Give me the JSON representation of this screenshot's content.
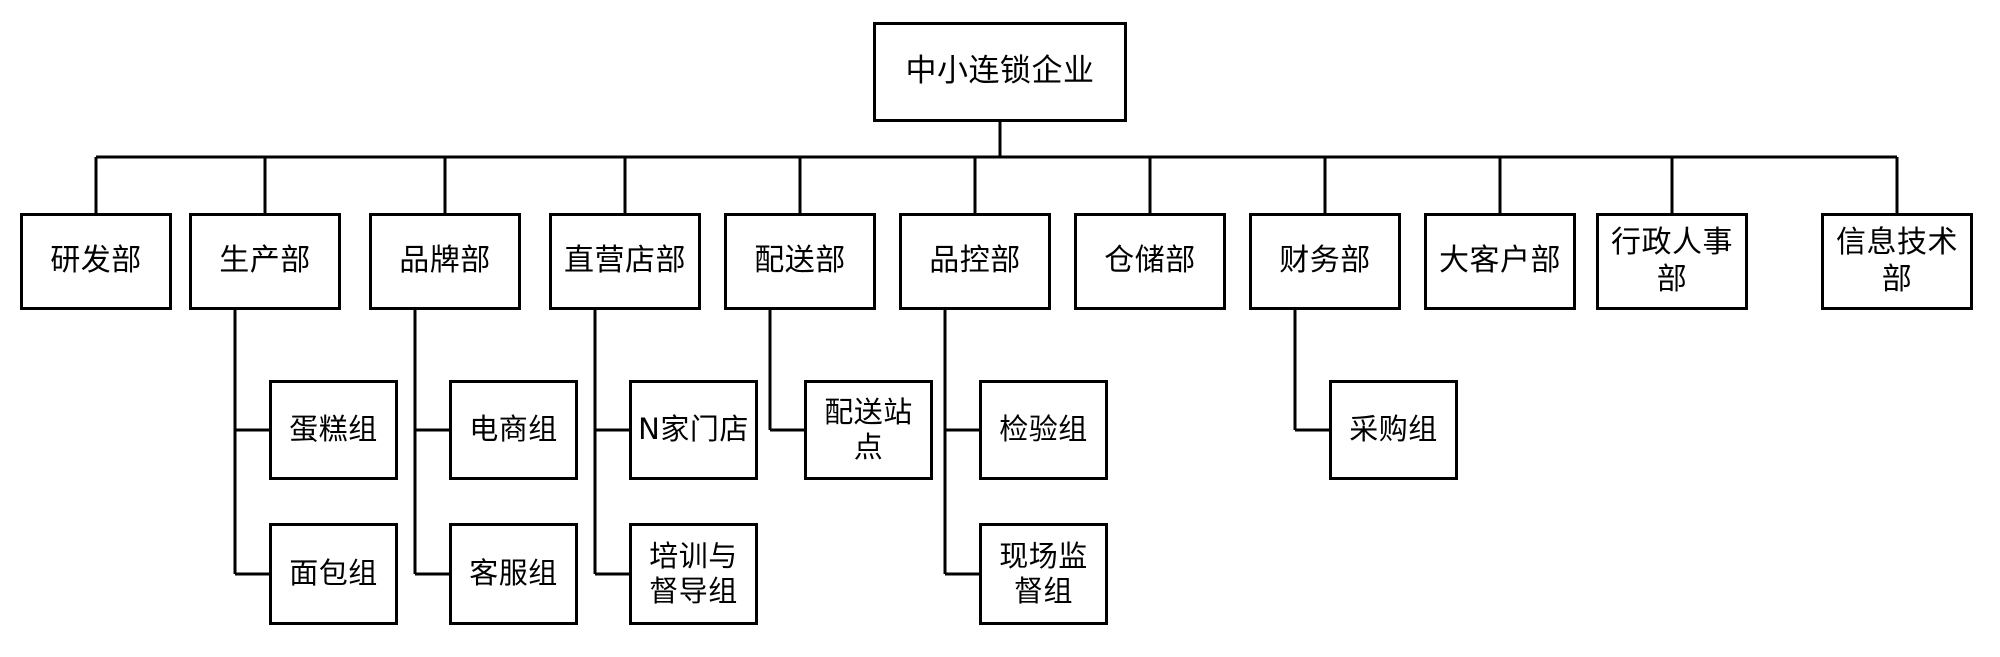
{
  "chart_data": {
    "type": "diagram",
    "diagram_kind": "organizational-chart",
    "title": "",
    "orientation": "top-down",
    "line_color": "#000000",
    "box_fill": "#ffffff",
    "box_border_color": "#000000",
    "text_color": "#000000",
    "levels": 3,
    "root": {
      "label": "中小连锁企业"
    },
    "departments": [
      {
        "label": "研发部",
        "children": []
      },
      {
        "label": "生产部",
        "children": [
          "蛋糕组",
          "面包组"
        ]
      },
      {
        "label": "品牌部",
        "children": [
          "电商组",
          "客服组"
        ]
      },
      {
        "label": "直营店部",
        "children": [
          "N家门店",
          "培训与\n督导组"
        ]
      },
      {
        "label": "配送部",
        "children": [
          "配送站\n点"
        ]
      },
      {
        "label": "品控部",
        "children": [
          "检验组",
          "现场监\n督组"
        ]
      },
      {
        "label": "仓储部",
        "children": []
      },
      {
        "label": "财务部",
        "children": [
          "采购组"
        ]
      },
      {
        "label": "大客户部",
        "children": []
      },
      {
        "label": "行政人事\n部",
        "children": []
      },
      {
        "label": "信息技术\n部",
        "children": []
      }
    ]
  },
  "nodes": {
    "root": "中小连锁企业",
    "dept_0": "研发部",
    "dept_1": "生产部",
    "dept_2": "品牌部",
    "dept_3": "直营店部",
    "dept_4": "配送部",
    "dept_5": "品控部",
    "dept_6": "仓储部",
    "dept_7": "财务部",
    "dept_8": "大客户部",
    "dept_9": "行政人事\n部",
    "dept_10": "信息技术\n部",
    "team_cake": "蛋糕组",
    "team_bread": "面包组",
    "team_ecommerce": "电商组",
    "team_support": "客服组",
    "team_stores": "N家门店",
    "team_training": "培训与\n督导组",
    "team_station": "配送站\n点",
    "team_inspection": "检验组",
    "team_onsite": "现场监\n督组",
    "team_procurement": "采购组"
  }
}
